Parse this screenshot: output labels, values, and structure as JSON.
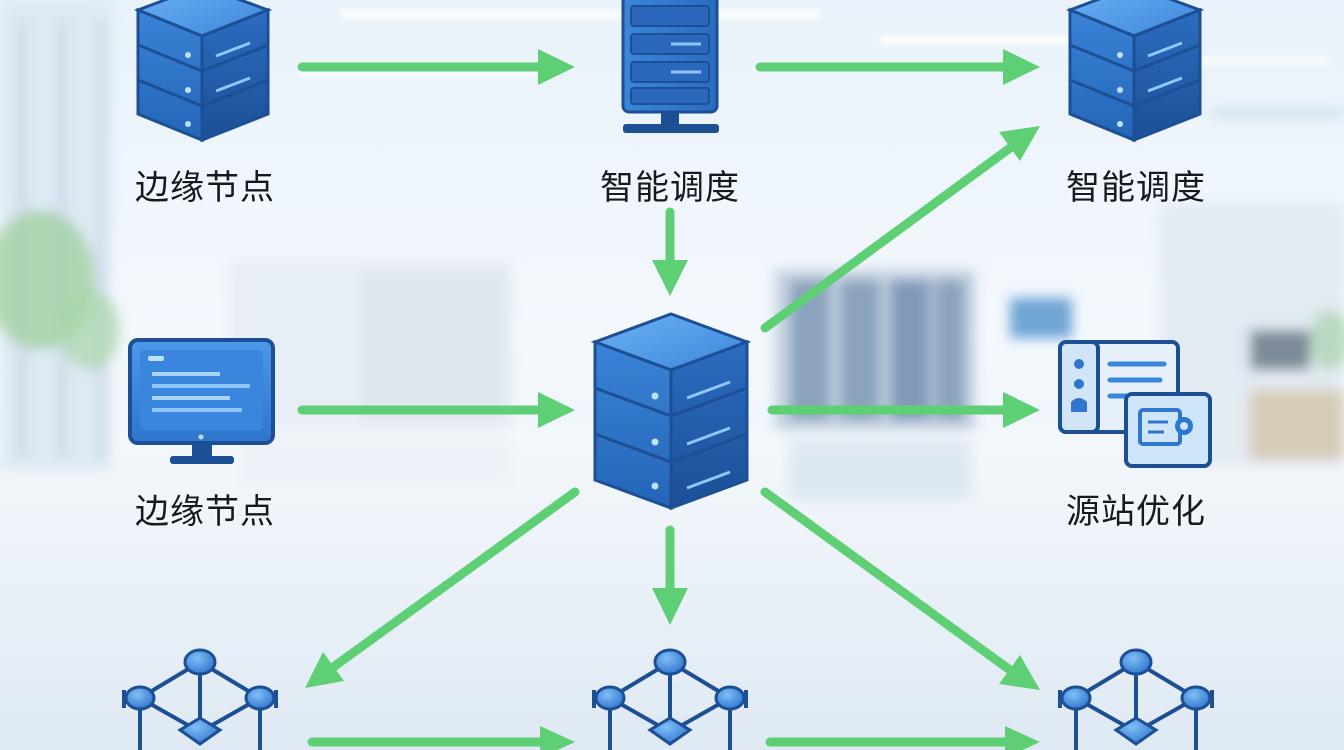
{
  "colors": {
    "arrow": "#5fcf76",
    "icon_blue": "#2f76cf",
    "icon_dark": "#1d4f95",
    "icon_light": "#5fa2ea",
    "icon_highlight": "#8fc6ff",
    "label_text": "#141a22"
  },
  "nodes": [
    {
      "id": "edge-node-top",
      "icon": "server-stack-icon",
      "label": "边缘节点"
    },
    {
      "id": "scheduler-top",
      "icon": "server-tower-icon",
      "label": "智能调度"
    },
    {
      "id": "scheduler-right",
      "icon": "server-stack-icon",
      "label": "智能调度"
    },
    {
      "id": "edge-node-monitor",
      "icon": "monitor-icon",
      "label": "边缘节点"
    },
    {
      "id": "center-server",
      "icon": "server-stack-icon",
      "label": ""
    },
    {
      "id": "origin-optimize",
      "icon": "document-panel-icon",
      "label": "源站优化"
    },
    {
      "id": "network-left",
      "icon": "network-mesh-icon",
      "label": ""
    },
    {
      "id": "network-middle",
      "icon": "network-mesh-icon",
      "label": ""
    },
    {
      "id": "network-right",
      "icon": "network-mesh-icon",
      "label": ""
    }
  ],
  "edges": [
    {
      "from": "edge-node-top",
      "to": "scheduler-top"
    },
    {
      "from": "scheduler-top",
      "to": "scheduler-right"
    },
    {
      "from": "scheduler-top",
      "to": "center-server"
    },
    {
      "from": "center-server",
      "to": "scheduler-right"
    },
    {
      "from": "edge-node-monitor",
      "to": "center-server"
    },
    {
      "from": "center-server",
      "to": "origin-optimize"
    },
    {
      "from": "center-server",
      "to": "network-left"
    },
    {
      "from": "center-server",
      "to": "network-middle"
    },
    {
      "from": "center-server",
      "to": "network-right"
    },
    {
      "from": "network-left",
      "to": "network-middle"
    },
    {
      "from": "network-middle",
      "to": "network-right"
    }
  ]
}
